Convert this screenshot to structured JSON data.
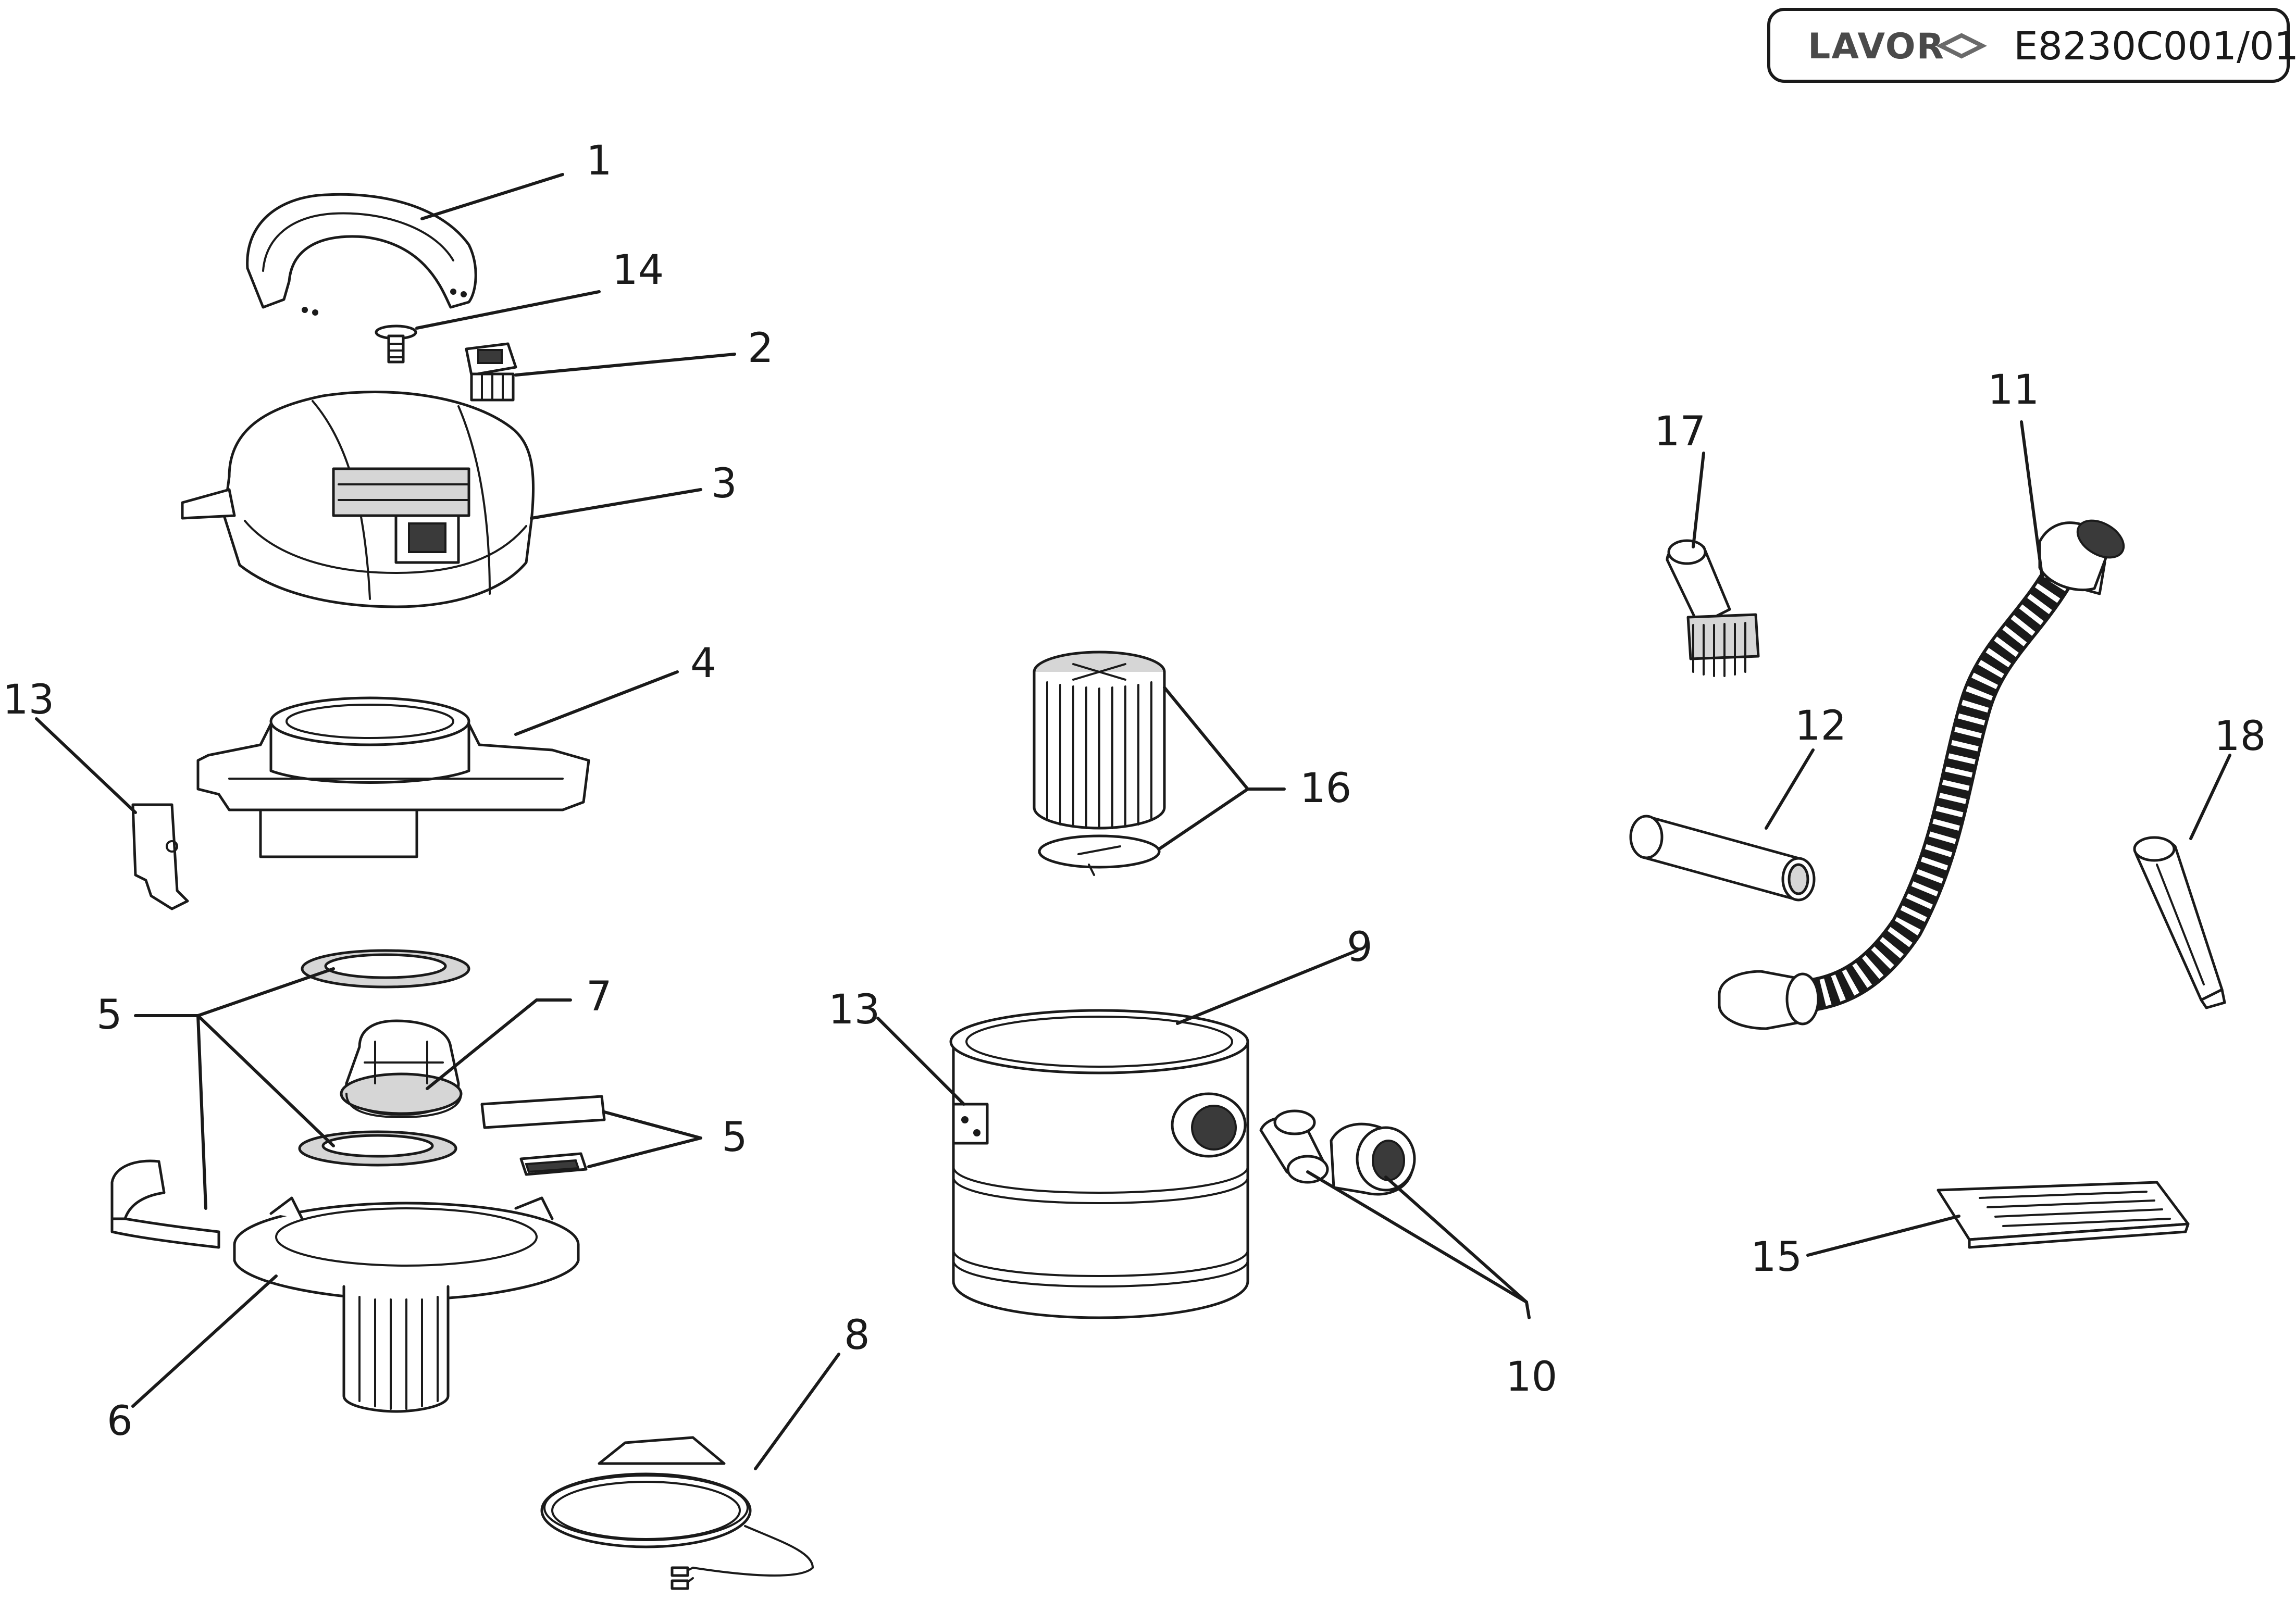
{
  "header": {
    "brand": "LAVOR",
    "code": "E8230C001/01"
  },
  "callouts": {
    "c1": "1",
    "c2": "2",
    "c3": "3",
    "c4": "4",
    "c5a": "5",
    "c5b": "5",
    "c6": "6",
    "c7": "7",
    "c8": "8",
    "c9": "9",
    "c10": "10",
    "c11": "11",
    "c12": "12",
    "c13a": "13",
    "c13b": "13",
    "c14": "14",
    "c15": "15",
    "c16": "16",
    "c17": "17",
    "c18": "18"
  },
  "colors": {
    "line": "#1a1a1a",
    "fill_light": "#d6d6d6",
    "fill_dark": "#3a3a3a"
  }
}
